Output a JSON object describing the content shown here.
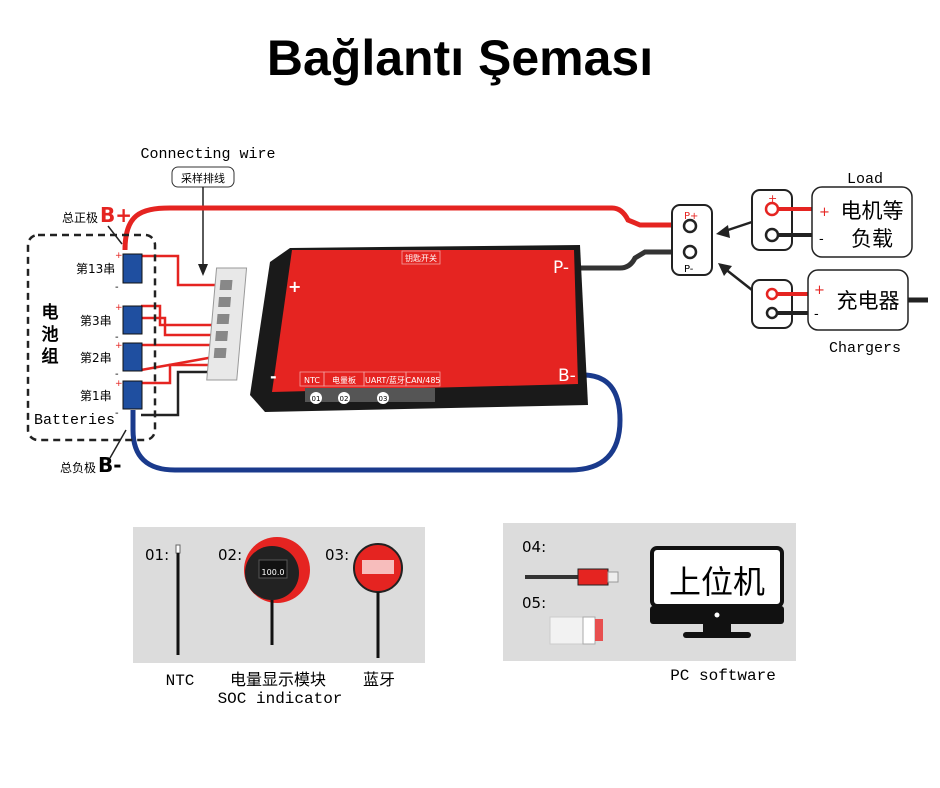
{
  "title": "Bağlantı Şeması",
  "wire": {
    "label_en": "Connecting wire",
    "label_cn": "采样排线"
  },
  "battery": {
    "total_pos_label": "总正极",
    "total_pos": "B+",
    "total_neg_label": "总负极",
    "total_neg": "B-",
    "group_label": [
      "电",
      "池",
      "组"
    ],
    "batteries_label": "Batteries",
    "cells": [
      "第13串",
      "第3串",
      "第2串",
      "第1串"
    ],
    "plus": "+",
    "minus": "-"
  },
  "board": {
    "key_switch": "钥匙开关",
    "plus": "+",
    "minus": "-",
    "p_minus": "P-",
    "b_minus": "B-",
    "ports": [
      "NTC",
      "电量板",
      "UART/蓝牙",
      "CAN/485"
    ],
    "port_numbers": [
      "01",
      "02",
      "03"
    ]
  },
  "connector": {
    "p_plus": "P+",
    "p_minus": "P-"
  },
  "load": {
    "label": "Load",
    "line1": "电机等",
    "line2": "负载",
    "plus": "+",
    "minus": "-"
  },
  "charger": {
    "label": "Chargers",
    "text": "充电器",
    "plus": "+",
    "minus": "-"
  },
  "accessories": {
    "items": [
      {
        "num": "01:",
        "name": "NTC"
      },
      {
        "num": "02:",
        "name": "电量显示模块",
        "name2": "SOC indicator",
        "display": "100.0"
      },
      {
        "num": "03:",
        "name": "蓝牙"
      }
    ]
  },
  "pc": {
    "num4": "04:",
    "num5": "05:",
    "screen": "上位机",
    "label": "PC software"
  },
  "colors": {
    "red": "#e52421",
    "blue": "#1a3a8c",
    "cell": "#1f4fa0",
    "panel": "#dcdcdc"
  }
}
